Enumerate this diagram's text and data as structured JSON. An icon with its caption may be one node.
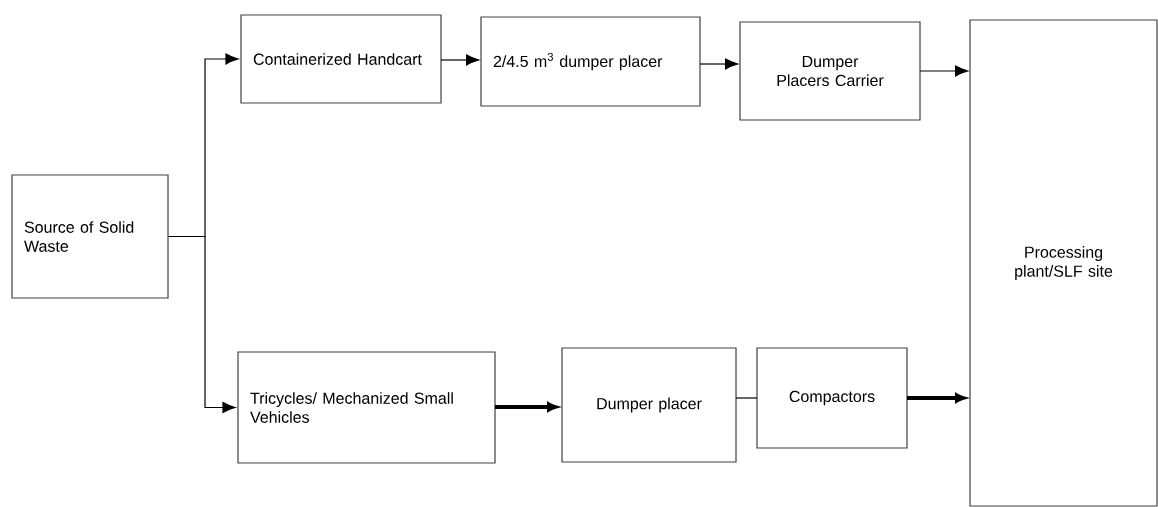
{
  "diagram": {
    "nodes": [
      {
        "text": [
          "Source of Solid Waste"
        ]
      },
      {
        "text": [
          "Containerized Handcart"
        ]
      },
      {
        "text": [
          "2/4.5 m$^{3}$ dumper placer"
        ]
      },
      {
        "text": [
          "Dumper Placers Carrier"
        ]
      },
      {
        "text": [
          "Tricycles/ Mechanized Small Vehicles"
        ]
      },
      {
        "text": [
          "Dumper placer"
        ]
      },
      {
        "text": [
          "Compactors"
        ]
      },
      {
        "text": [
          "Processing plant/SLF site"
        ]
      }
    ],
    "edges": [
      {
        "from": 0,
        "to": 1,
        "arrow": "to"
      },
      {
        "from": 0,
        "to": 4,
        "arrow": "to"
      },
      {
        "from": 1,
        "to": 2,
        "arrow": "to"
      },
      {
        "from": 2,
        "to": 3,
        "arrow": "to"
      },
      {
        "from": 3,
        "to": 7,
        "arrow": "to"
      },
      {
        "from": 4,
        "to": 5,
        "arrow": "to",
        "style": "thick"
      },
      {
        "from": 5,
        "to": 6,
        "arrow": "none"
      },
      {
        "from": 6,
        "to": 7,
        "arrow": "to",
        "style": "thick"
      }
    ]
  }
}
